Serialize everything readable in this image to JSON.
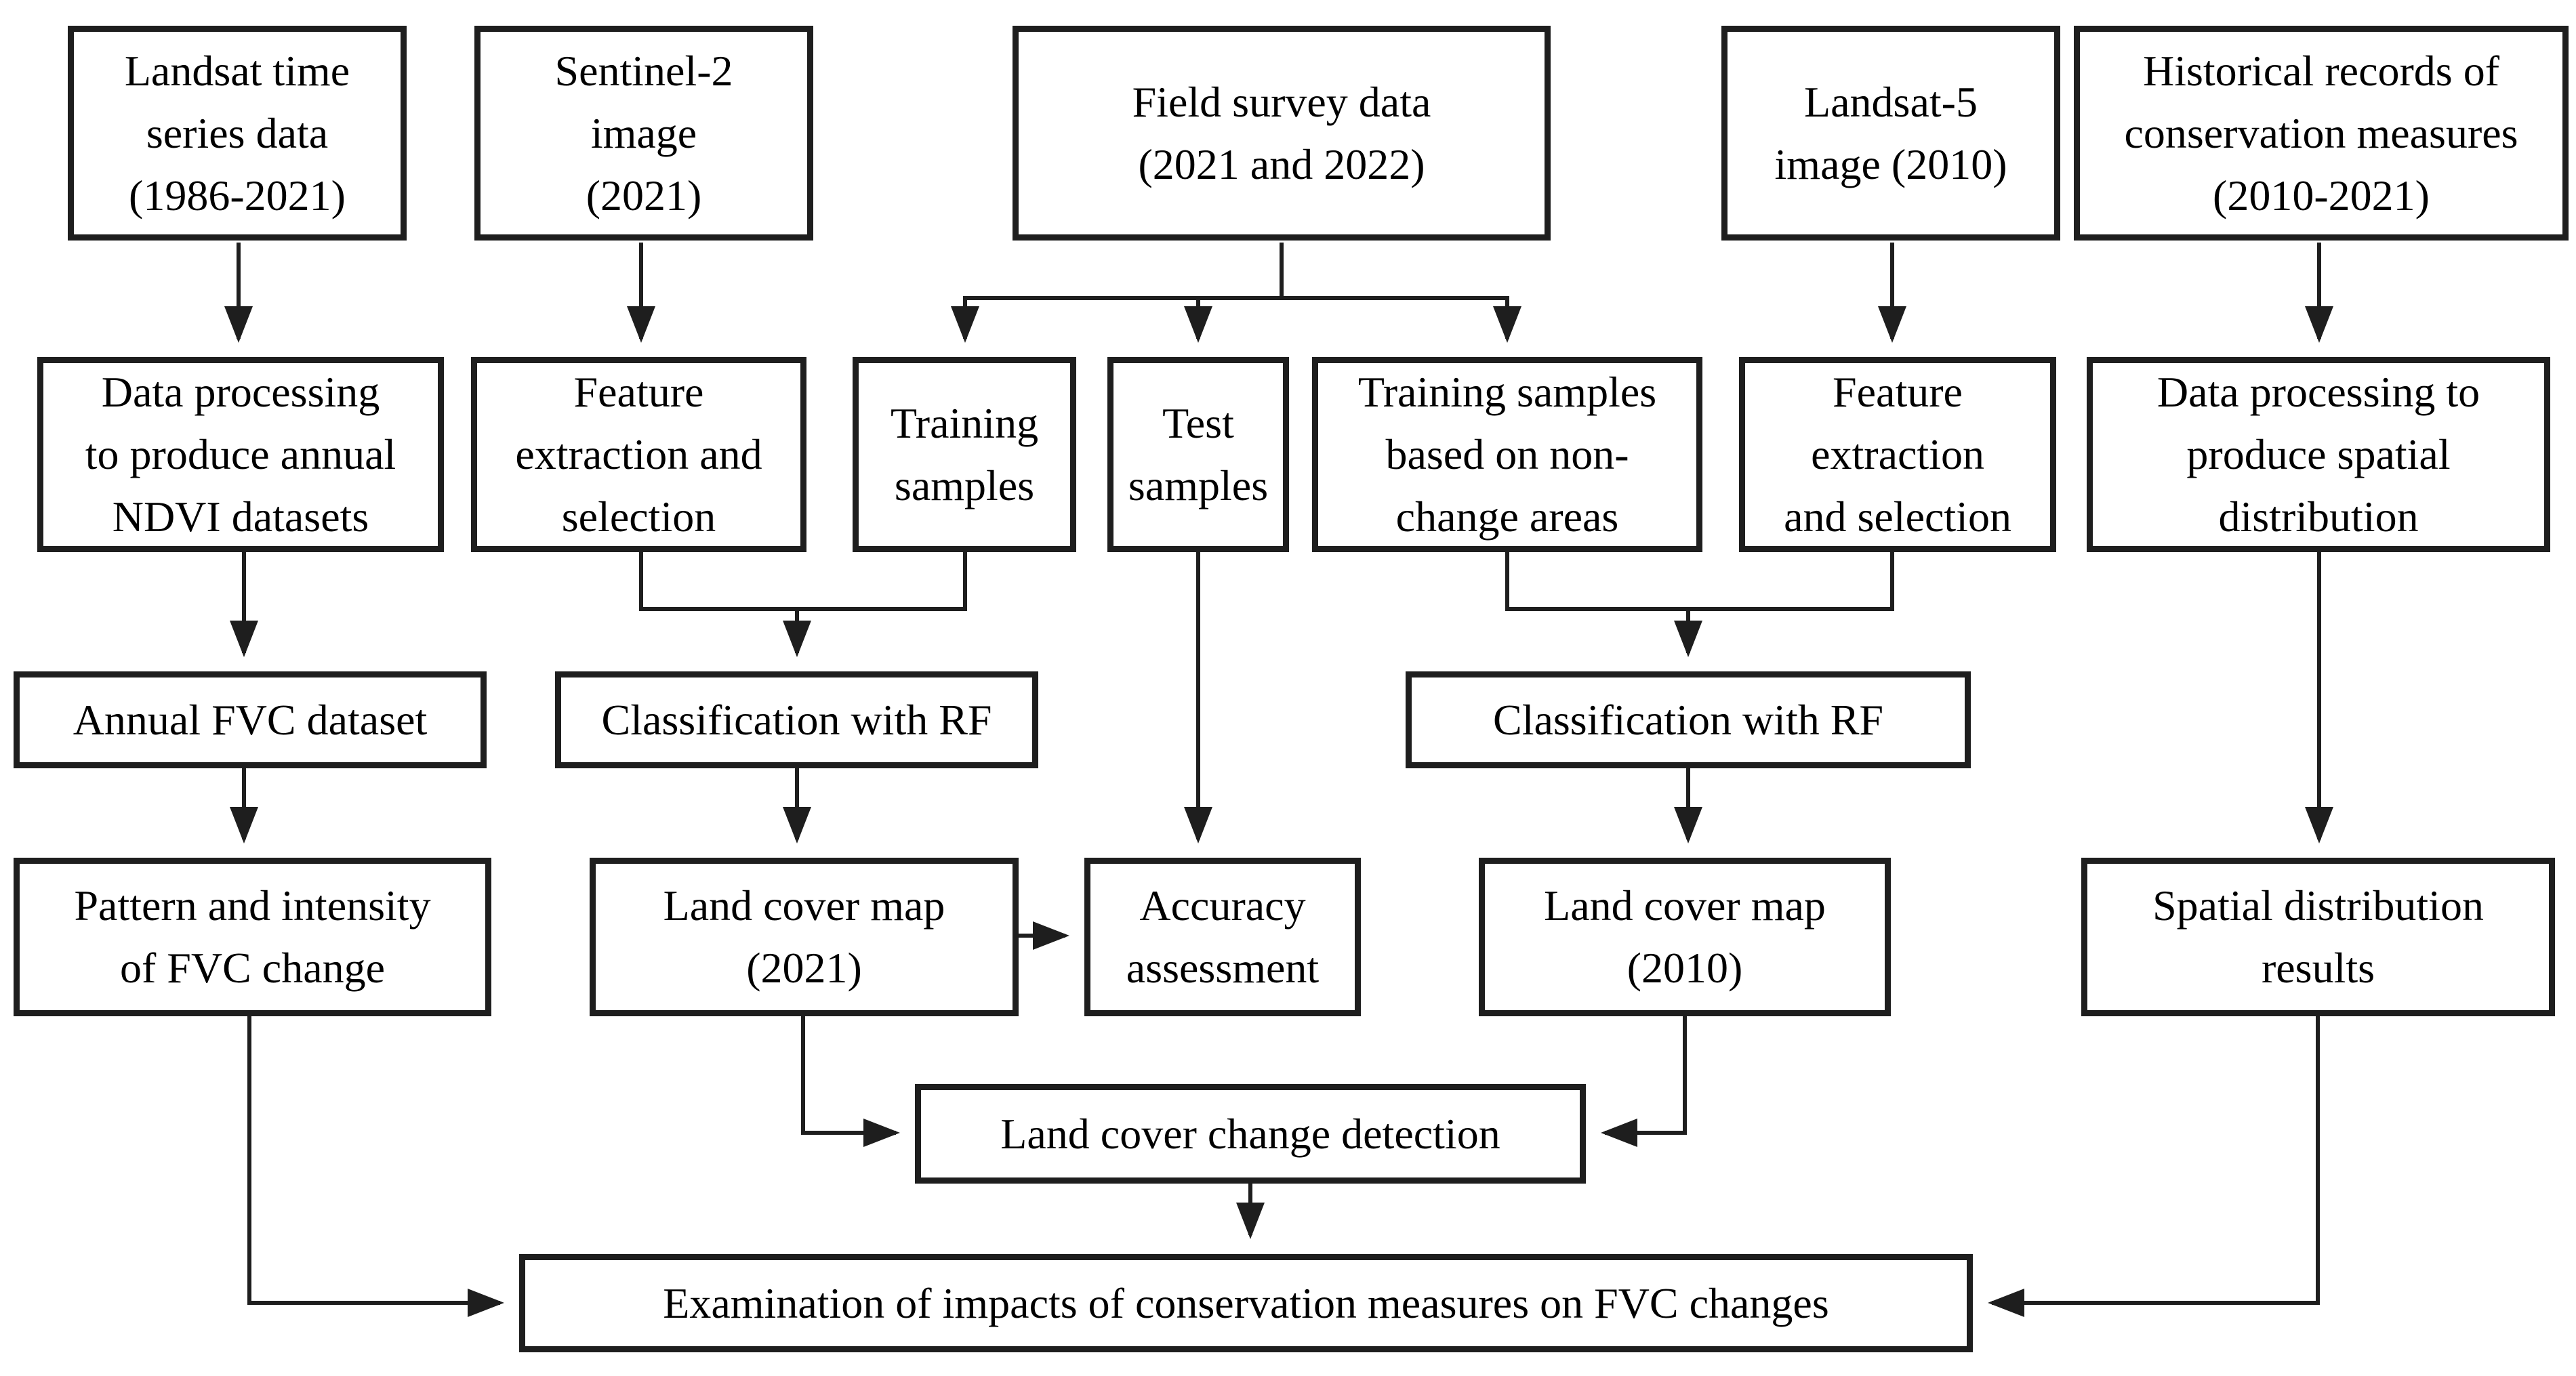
{
  "diagram": {
    "title": "Methodology flowchart: examination of impacts of conservation measures on FVC changes",
    "background_color": "#ffffff",
    "line_color": "#1e1e1e",
    "text_color": "#000000",
    "nodes": {
      "landsat_ts": {
        "label": "Landsat time\nseries data\n(1986-2021)"
      },
      "sentinel2": {
        "label": "Sentinel-2\nimage\n(2021)"
      },
      "field_survey": {
        "label": "Field survey data\n(2021 and 2022)"
      },
      "landsat5": {
        "label": "Landsat-5\nimage (2010)"
      },
      "historical": {
        "label": "Historical records of\nconservation measures\n(2010-2021)"
      },
      "ndvi_processing": {
        "label": "Data processing\nto produce annual\nNDVI datasets"
      },
      "feature_extraction_left": {
        "label": "Feature\nextraction and\nselection"
      },
      "training_samples": {
        "label": "Training\nsamples"
      },
      "test_samples": {
        "label": "Test\nsamples"
      },
      "training_nonchange": {
        "label": "Training samples\nbased on non-\nchange areas"
      },
      "feature_extraction_right": {
        "label": "Feature\nextraction\nand selection"
      },
      "spatial_processing": {
        "label": "Data processing to\nproduce spatial\ndistribution"
      },
      "annual_fvc": {
        "label": "Annual FVC dataset"
      },
      "classification_rf_left": {
        "label": "Classification with RF"
      },
      "classification_rf_right": {
        "label": "Classification with RF"
      },
      "pattern_intensity": {
        "label": "Pattern and intensity\nof FVC change"
      },
      "land_cover_2021": {
        "label": "Land cover map\n(2021)"
      },
      "accuracy": {
        "label": "Accuracy\nassessment"
      },
      "land_cover_2010": {
        "label": "Land cover map\n(2010)"
      },
      "spatial_results": {
        "label": "Spatial distribution\nresults"
      },
      "change_detection": {
        "label": "Land cover change detection"
      },
      "examination": {
        "label": "Examination of impacts of conservation measures on FVC changes"
      }
    }
  }
}
